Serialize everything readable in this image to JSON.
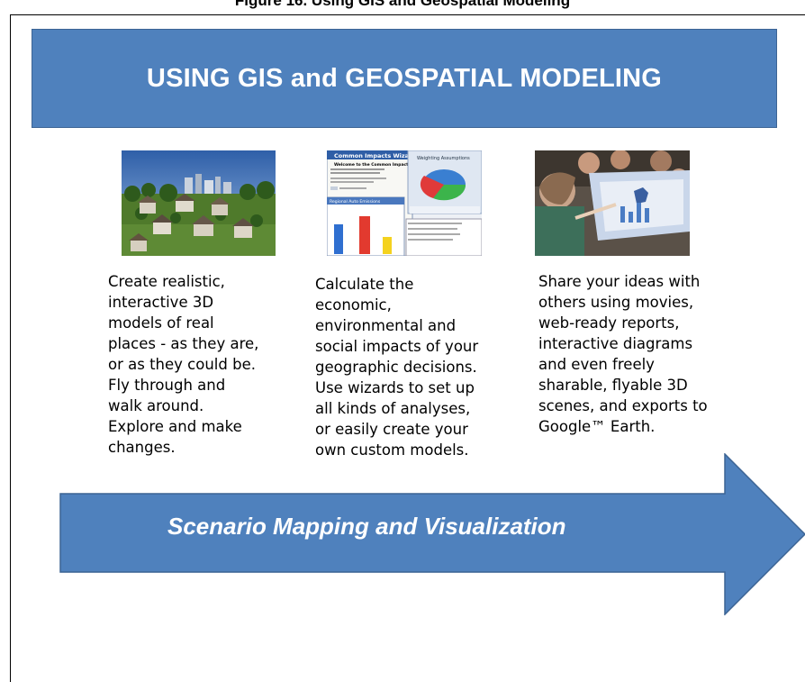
{
  "figure_title": "Figure 16. Using GIS and Geospatial Modeling",
  "banner": {
    "title": "USING GIS and GEOSPATIAL MODELING",
    "color": "#4f81bd"
  },
  "columns": [
    {
      "image": "3d-town-model-image",
      "lines": [
        "Create realistic,",
        "interactive 3D",
        "models of real",
        "places - as they are,",
        "or as they could be.",
        "Fly through and",
        "walk around.",
        "Explore and make",
        "changes."
      ]
    },
    {
      "image": "common-impacts-wizard-screenshot",
      "screenshot_text": {
        "wizard_title": "Common Impacts Wizard",
        "welcome": "Welcome to the Common Impacts Wizard",
        "chart_title": "Regional Auto Emissions",
        "pie_title": "Weighting Assumptions"
      },
      "lines": [
        "Calculate the",
        "economic,",
        "environmental and",
        "social impacts of your",
        "geographic decisions.",
        "Use wizards to set up",
        "all kinds of analyses,",
        "or easily create your",
        "own custom models."
      ]
    },
    {
      "image": "workshop-presentation-photo",
      "lines": [
        "Share your ideas with",
        "others using movies,",
        "web-ready reports,",
        "interactive diagrams",
        "and even freely",
        "sharable, flyable 3D",
        "scenes, and exports to",
        "Google™ Earth."
      ]
    }
  ],
  "arrow": {
    "label": "Scenario Mapping and Visualization",
    "color": "#4f81bd"
  }
}
